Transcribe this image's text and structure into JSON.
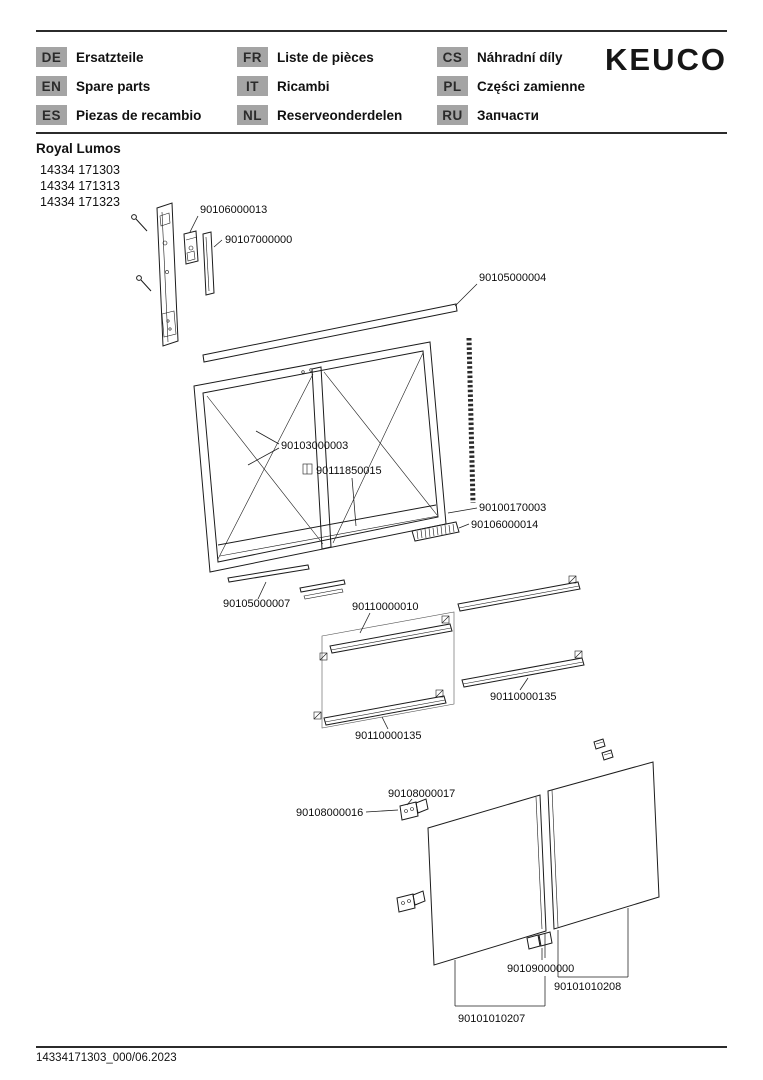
{
  "header": {
    "logo": "KEUCO",
    "legend": [
      {
        "code": "DE",
        "label": "Ersatzteile"
      },
      {
        "code": "EN",
        "label": "Spare parts"
      },
      {
        "code": "ES",
        "label": "Piezas de recambio"
      },
      {
        "code": "FR",
        "label": "Liste de pièces"
      },
      {
        "code": "IT",
        "label": "Ricambi"
      },
      {
        "code": "NL",
        "label": "Reserveonderdelen"
      },
      {
        "code": "CS",
        "label": "Náhradní díly"
      },
      {
        "code": "PL",
        "label": "Części zamienne"
      },
      {
        "code": "RU",
        "label": "Запчасти"
      }
    ]
  },
  "product": {
    "name": "Royal Lumos",
    "codes": [
      "14334 171303",
      "14334 171313",
      "14334 171323"
    ]
  },
  "diagram": {
    "parts": {
      "p90106000013": "90106000013",
      "p90107000000": "90107000000",
      "p90105000004": "90105000004",
      "p90103000003": "90103000003",
      "p90111850015": "90111850015",
      "p90100170003": "90100170003",
      "p90106000014": "90106000014",
      "p90105000007": "90105000007",
      "p90110000010": "90110000010",
      "p90110000135": "90110000135",
      "p90108000017": "90108000017",
      "p90108000016": "90108000016",
      "p90109000000": "90109000000",
      "p90101010208": "90101010208",
      "p90101010207": "90101010207"
    }
  },
  "footer": {
    "doc_id": "14334171303_000/06.2023"
  }
}
